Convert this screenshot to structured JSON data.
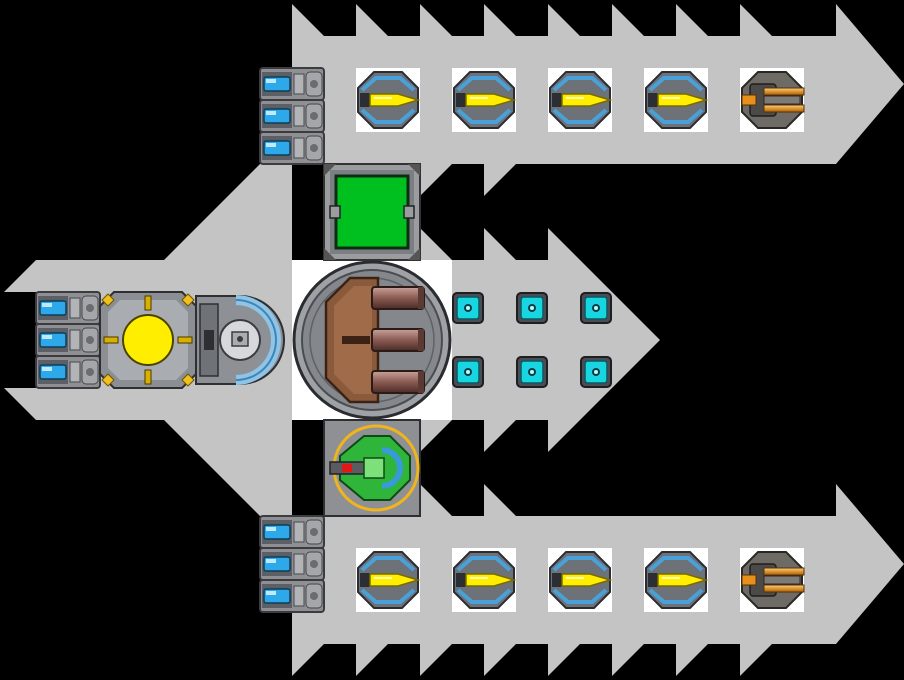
{
  "game": {
    "view": "ship-builder-top-down",
    "background_color": "#000000",
    "hull_color": "#c4c4c4",
    "slot_bg_color": "#ffffff",
    "colors": {
      "core_yellow": "#ffee00",
      "reactor_green": "#00c020",
      "thruster_blue": "#2ea8e8",
      "cannon_brown": "#8a5a3c",
      "shield_cyan": "#19d5e0",
      "drone_green": "#2fb53a",
      "orange_gun": "#e8901c",
      "module_gray": "#8e9094"
    }
  },
  "modules": {
    "core": {
      "icon": "power-core-icon"
    },
    "engine": {
      "icon": "engine-icon"
    },
    "reactor": {
      "icon": "reactor-icon"
    },
    "main_cannon": {
      "icon": "triple-cannon-icon"
    },
    "drone_bay": {
      "icon": "drone-bay-icon"
    },
    "thruster_banks": [
      {
        "position": "top",
        "count": 3,
        "icon": "thruster-icon"
      },
      {
        "position": "middle",
        "count": 3,
        "icon": "thruster-icon"
      },
      {
        "position": "bottom",
        "count": 3,
        "icon": "thruster-icon"
      }
    ],
    "shield_nodes": {
      "count": 6,
      "icon": "shield-node-icon"
    },
    "wing_weapons": {
      "top": [
        "yellow-laser-icon",
        "yellow-laser-icon",
        "yellow-laser-icon",
        "yellow-laser-icon",
        "orange-railgun-icon"
      ],
      "bottom": [
        "yellow-laser-icon",
        "yellow-laser-icon",
        "yellow-laser-icon",
        "yellow-laser-icon",
        "orange-railgun-icon"
      ]
    }
  }
}
